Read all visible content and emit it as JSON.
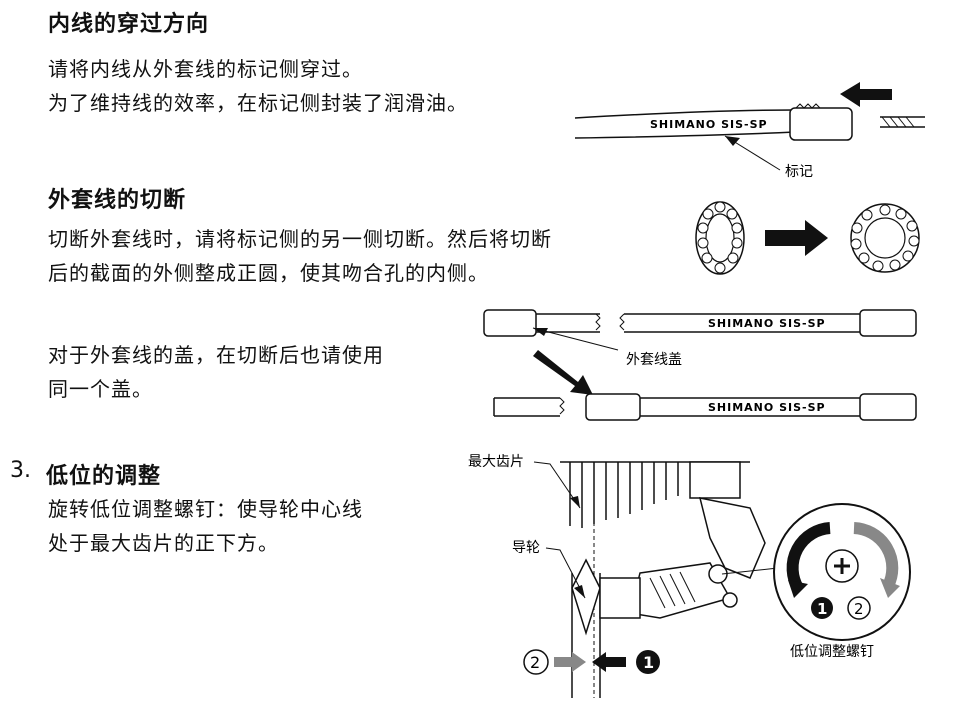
{
  "section1": {
    "title": "内线的穿过方向",
    "line1": "请将内线从外套线的标记侧穿过。",
    "line2": "为了维持线的效率，在标记侧封装了润滑油。"
  },
  "section2": {
    "title": "外套线的切断",
    "line1": "切断外套线时，请将标记侧的另一侧切断。然后将切断",
    "line2": "后的截面的外侧整成正圆，使其吻合孔的内侧。"
  },
  "section3": {
    "line1": "对于外套线的盖，在切断后也请使用",
    "line2": "同一个盖。"
  },
  "section4": {
    "number": "3.",
    "title": "低位的调整",
    "line1": "旋转低位调整螺钉：使导轮中心线",
    "line2": "处于最大齿片的正下方。"
  },
  "labels": {
    "mark": "标记",
    "cap": "外套线盖",
    "largest_sprocket": "最大齿片",
    "guide_pulley": "导轮",
    "low_screw": "低位调整螺钉",
    "brand": "SHIMANO SIS-SP",
    "step1": "1",
    "step2": "2"
  }
}
